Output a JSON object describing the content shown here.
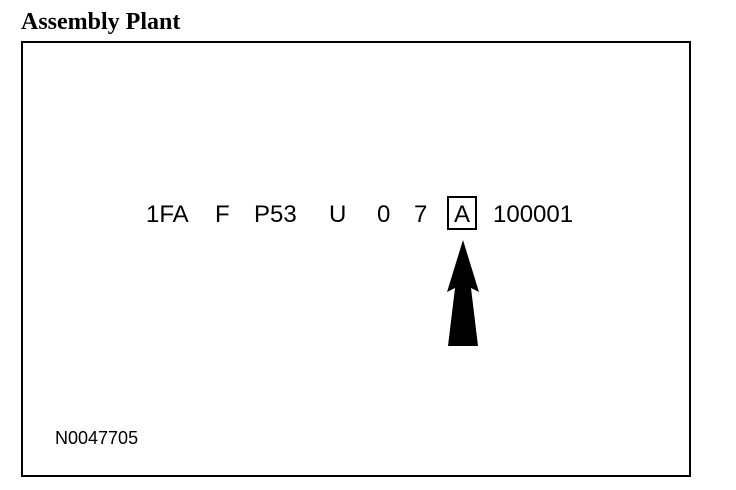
{
  "title": "Assembly Plant",
  "vin": {
    "segments": [
      "1FA",
      "F",
      "P53",
      "U",
      "0",
      "7"
    ],
    "highlighted": "A",
    "serial": "100001"
  },
  "reference": "N0047705",
  "colors": {
    "ink": "#000000",
    "background": "#ffffff"
  },
  "icons": {
    "pointer": "up-arrow-icon"
  }
}
